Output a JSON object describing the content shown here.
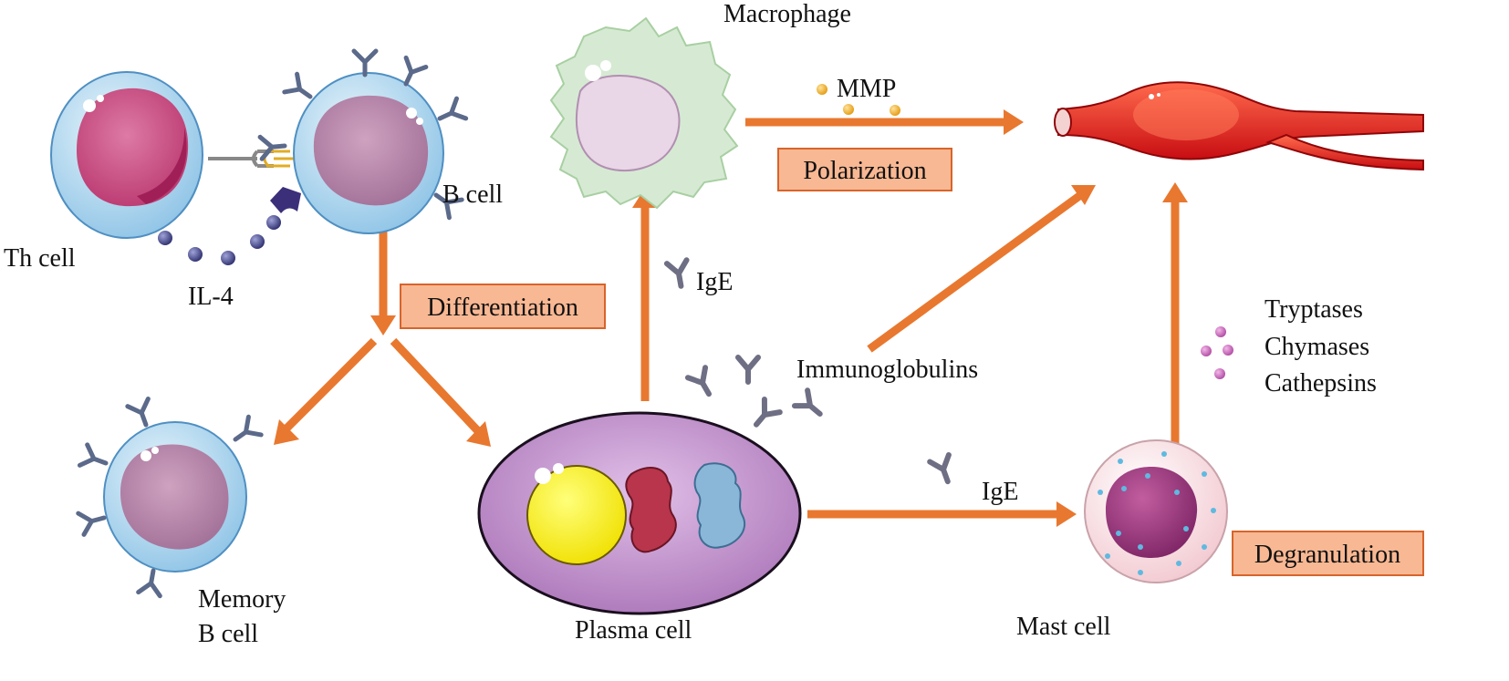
{
  "labels": {
    "th_cell": "Th cell",
    "b_cell": "B cell",
    "il4": "IL-4",
    "memory_b_cell_line1": "Memory",
    "memory_b_cell_line2": "B cell",
    "plasma_cell": "Plasma cell",
    "macrophage": "Macrophage",
    "mmp": "MMP",
    "ige_upper": "IgE",
    "ige_lower": "IgE",
    "immunoglobulins": "Immunoglobulins",
    "tryptases": "Tryptases",
    "chymases": "Chymases",
    "cathepsins": "Cathepsins",
    "mast_cell": "Mast cell"
  },
  "process_boxes": {
    "differentiation": "Differentiation",
    "polarization": "Polarization",
    "degranulation": "Degranulation"
  },
  "colors": {
    "arrow": "#e8782f",
    "box_fill": "#f8b893",
    "box_border": "#d8642a"
  }
}
